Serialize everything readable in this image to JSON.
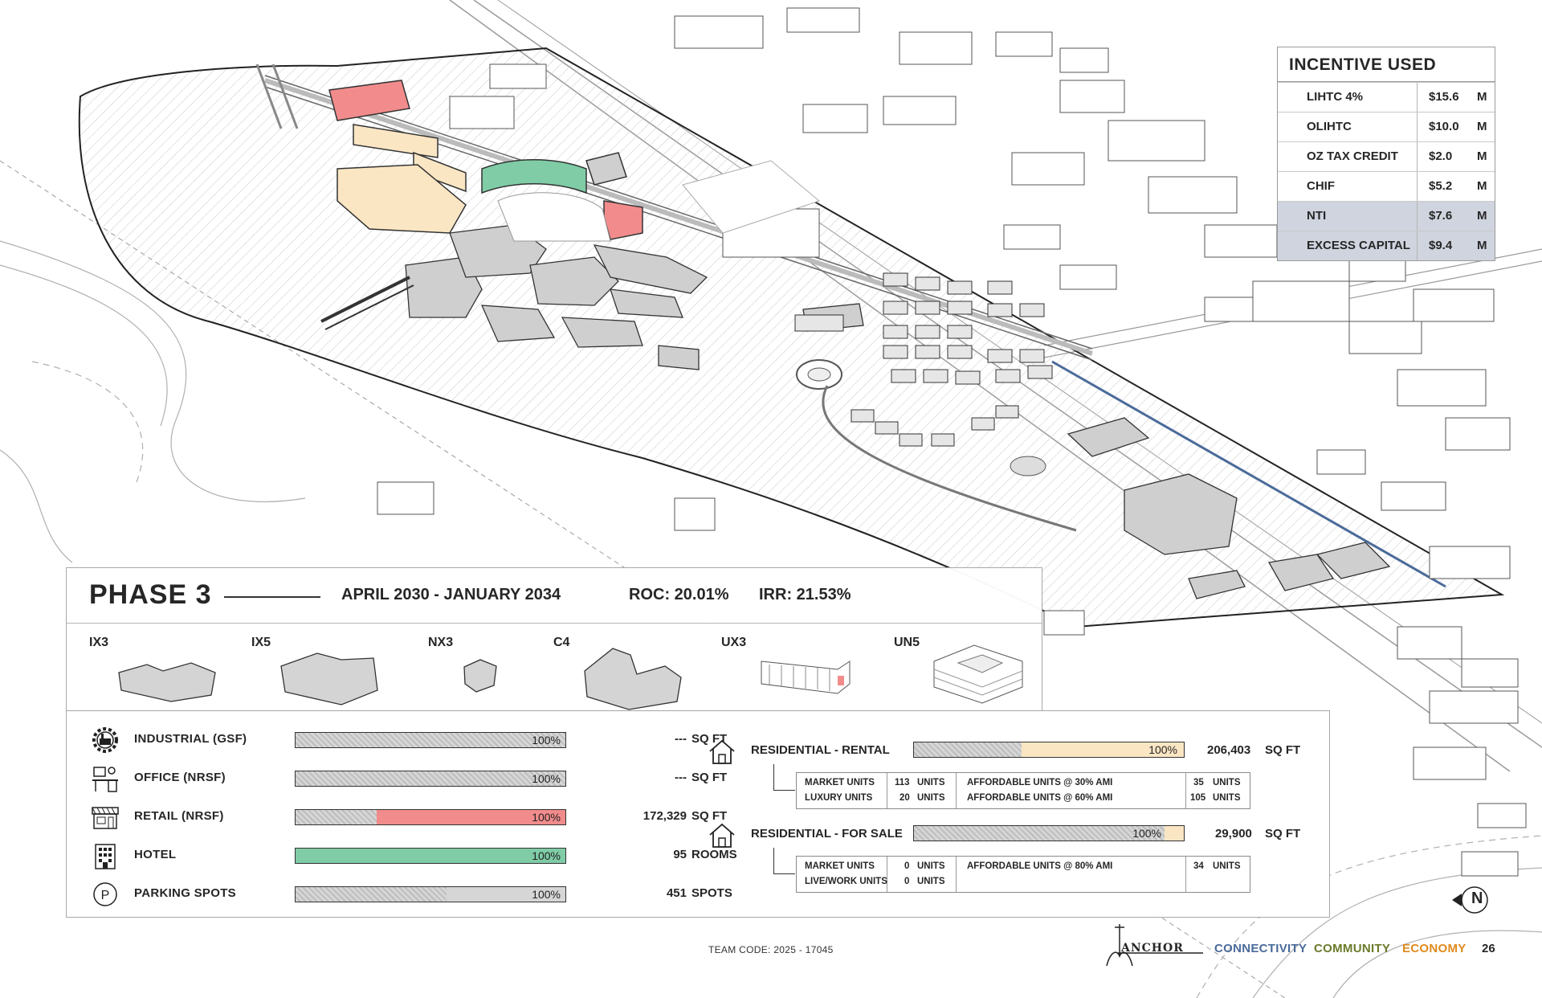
{
  "incentives": {
    "title": "INCENTIVE USED",
    "rows": [
      {
        "name": "LIHTC 4%",
        "amount": "$15.6",
        "unit": "M"
      },
      {
        "name": "OLIHTC",
        "amount": "$10.0",
        "unit": "M"
      },
      {
        "name": "OZ TAX CREDIT",
        "amount": "$2.0",
        "unit": "M"
      },
      {
        "name": "CHIF",
        "amount": "$5.2",
        "unit": "M"
      },
      {
        "name": "NTI",
        "amount": "$7.6",
        "unit": "M"
      },
      {
        "name": "EXCESS CAPITAL",
        "amount": "$9.4",
        "unit": "M"
      }
    ]
  },
  "phase": {
    "title": "PHASE 3",
    "dates": "APRIL 2030 - JANUARY 2034",
    "roc": "ROC: 20.01%",
    "irr": "IRR: 21.53%",
    "building_types": [
      "IX3",
      "IX5",
      "NX3",
      "C4",
      "UX3",
      "UN5"
    ]
  },
  "metrics": {
    "industrial": {
      "label": "INDUSTRIAL (GSF)",
      "pct_label": "100%",
      "value": "---",
      "unit": "SQ FT",
      "icon": "gear-factory-icon",
      "new_share": 0
    },
    "office": {
      "label": "OFFICE (NRSF)",
      "pct_label": "100%",
      "value": "---",
      "unit": "SQ FT",
      "icon": "desk-icon",
      "new_share": 0
    },
    "retail": {
      "label": "RETAIL (NRSF)",
      "pct_label": "100%",
      "value": "172,329",
      "unit": "SQ FT",
      "icon": "storefront-icon",
      "new_share": 0.7
    },
    "hotel": {
      "label": "HOTEL",
      "pct_label": "100%",
      "value": "95",
      "unit": "ROOMS",
      "icon": "hotel-icon",
      "new_share": 1.0
    },
    "parking": {
      "label": "PARKING SPOTS",
      "pct_label": "100%",
      "value": "451",
      "unit": "SPOTS",
      "icon": "parking-icon",
      "new_share": 0.44
    }
  },
  "residential": {
    "rental": {
      "label": "RESIDENTIAL - RENTAL",
      "pct_label": "100%",
      "value": "206,403",
      "unit": "SQ FT",
      "new_share": 0.6,
      "rows": [
        {
          "label": "MARKET UNITS",
          "units": "113",
          "unit_word": "UNITS",
          "aff_label": "AFFORDABLE UNITS @ 30% AMI",
          "aff_units": "35",
          "aff_unit_word": "UNITS"
        },
        {
          "label": "LUXURY UNITS",
          "units": "20",
          "unit_word": "UNITS",
          "aff_label": "AFFORDABLE UNITS @ 60% AMI",
          "aff_units": "105",
          "aff_unit_word": "UNITS"
        }
      ]
    },
    "for_sale": {
      "label": "RESIDENTIAL - FOR SALE",
      "pct_label": "100%",
      "value": "29,900",
      "unit": "SQ FT",
      "new_share": 0.07,
      "rows": [
        {
          "label": "MARKET UNITS",
          "units": "0",
          "unit_word": "UNITS",
          "aff_label": "AFFORDABLE UNITS @ 80% AMI",
          "aff_units": "34",
          "aff_unit_word": "UNITS"
        },
        {
          "label": "LIVE/WORK UNITS",
          "units": "0",
          "unit_word": "UNITS",
          "aff_label": "",
          "aff_units": "",
          "aff_unit_word": ""
        }
      ]
    }
  },
  "colors": {
    "retail": "#f28c8c",
    "hotel": "#7fcca6",
    "parking": "#d6d6d6",
    "residential": "#fbe6c4",
    "connectivity": "#4a6b9a",
    "community": "#6a7a2a",
    "economy": "#e08a1e",
    "incentive_shade": "#cfd4df"
  },
  "footer": {
    "team_code": "TEAM CODE: 2025 - 17045",
    "logo_text": "ANCHOR",
    "tags": [
      "CONNECTIVITY",
      "COMMUNITY",
      "ECONOMY"
    ],
    "page_number": "26",
    "north_label": "N"
  }
}
